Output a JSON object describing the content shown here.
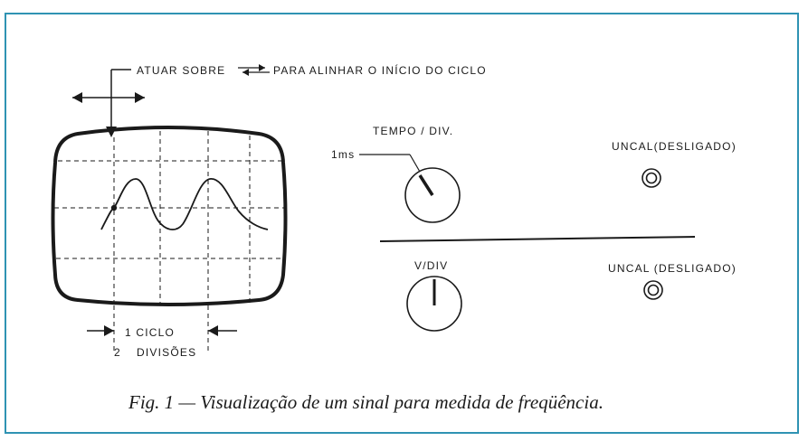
{
  "labels": {
    "atuar_sobre": "ATUAR SOBRE",
    "para_alinhar": "PARA  ALINHAR O INÍCIO DO CICLO",
    "tempo_div": "TEMPO / DIV.",
    "one_ms": "1ms",
    "uncal_top": "UNCAL(DESLIGADO)",
    "v_div": "V/DIV",
    "uncal_bottom": "UNCAL (DESLIGADO)",
    "one_ciclo": "1 CICLO",
    "two_div": "2",
    "divisoes": "DIVISÕES"
  },
  "caption": "Fig. 1 — Visualização de um sinal para medida de freqüência.",
  "colors": {
    "frame_border": "#2f93b3",
    "ink": "#1a1a1a"
  }
}
